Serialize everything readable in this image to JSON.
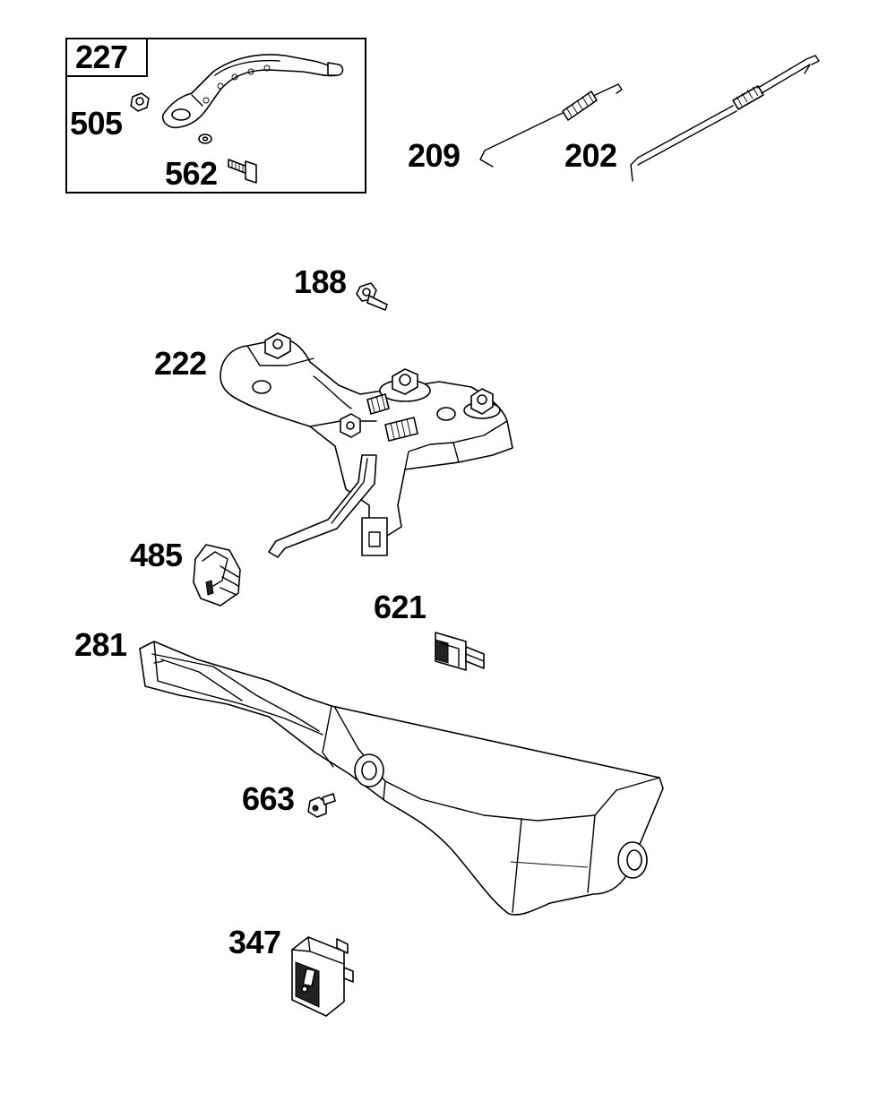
{
  "callouts": {
    "c227": "227",
    "c505": "505",
    "c562": "562",
    "c209": "209",
    "c202": "202",
    "c188": "188",
    "c222": "222",
    "c485": "485",
    "c621": "621",
    "c281": "281",
    "c663": "663",
    "c347": "347"
  }
}
